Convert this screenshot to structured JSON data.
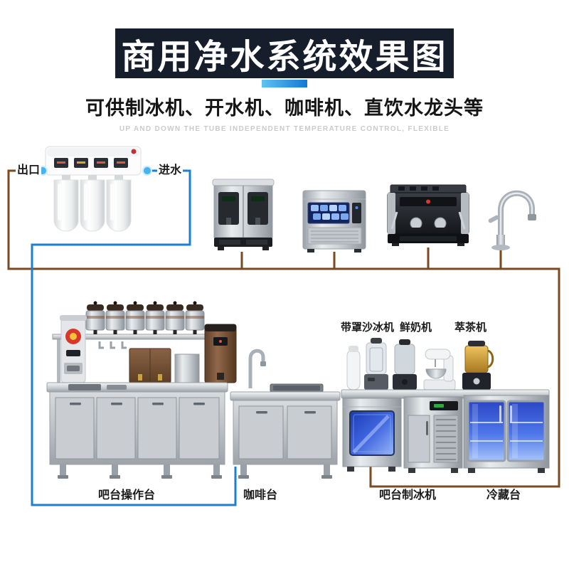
{
  "header": {
    "title": "商用净水系统效果图",
    "subtitle": "可供制冰机、开水机、咖啡机、直饮水龙头等",
    "tagline": "UP AND DOWN THE TUBE INDEPENDENT TEMPERATURE CONTROL, FLEXIBLE"
  },
  "filter_labels": {
    "outlet": "出口",
    "inlet": "进水"
  },
  "appliance_labels": {
    "smoothie_machine": "带罩沙冰机",
    "milk_machine": "鲜奶机",
    "tea_machine": "萃茶机"
  },
  "counter_labels": {
    "bar_operation_counter": "吧台操作台",
    "coffee_counter": "咖啡台",
    "bar_ice_maker": "吧台制冰机",
    "refrigerated_counter": "冷藏台"
  },
  "colors": {
    "banner_bg": "#161d2b",
    "accent_blue_light": "#5fc3f1",
    "accent_blue": "#1677d2",
    "outlet_pipe_brown": "#7a4a21",
    "inlet_pipe_blue": "#1e7fd0",
    "marker_dot_blue": "#45b4f1",
    "ice_glow_blue": "#3f66e0",
    "fridge_glow_blue": "#4e77e9"
  }
}
